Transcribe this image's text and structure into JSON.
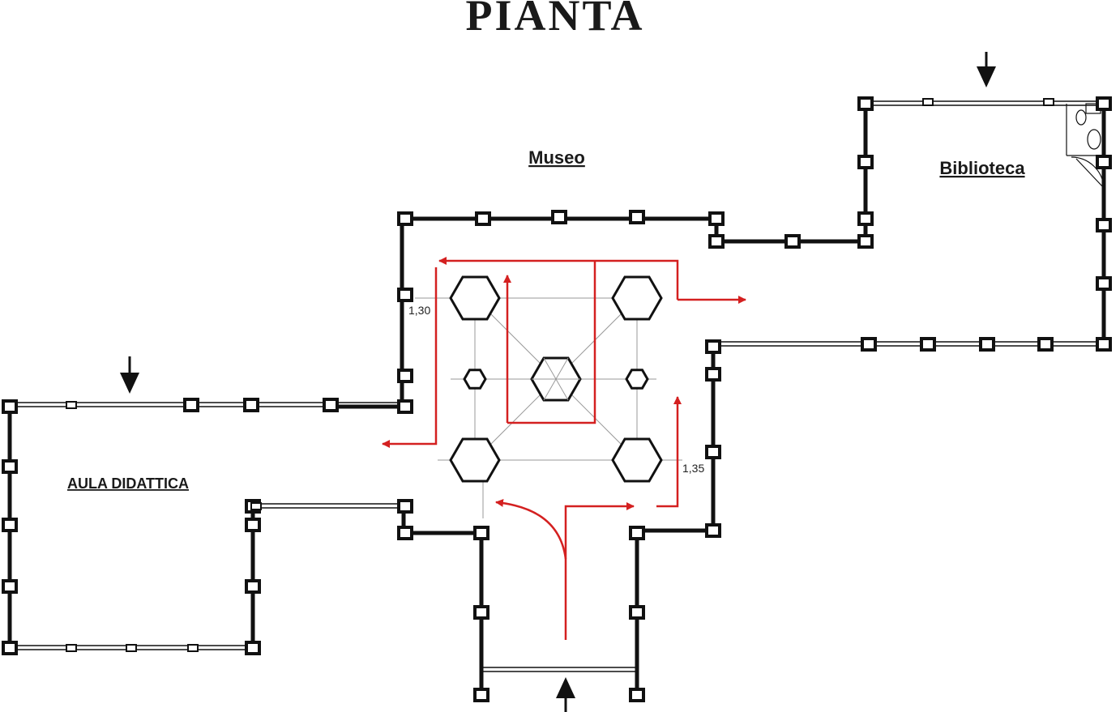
{
  "title": "PIANTA",
  "rooms": {
    "museo": "Museo",
    "biblioteca": "Biblioteca",
    "aula": "AULA DIDATTICA"
  },
  "dimensions": {
    "left": "1,30",
    "right": "1,35"
  },
  "colors": {
    "wall": "#111111",
    "path": "#d42020",
    "guide": "#9a9a9a",
    "pillar": "#111111"
  },
  "icons": {
    "entrance": "arrow-down-icon",
    "pillar": "hexagon-icon",
    "path": "arrow-icon"
  }
}
